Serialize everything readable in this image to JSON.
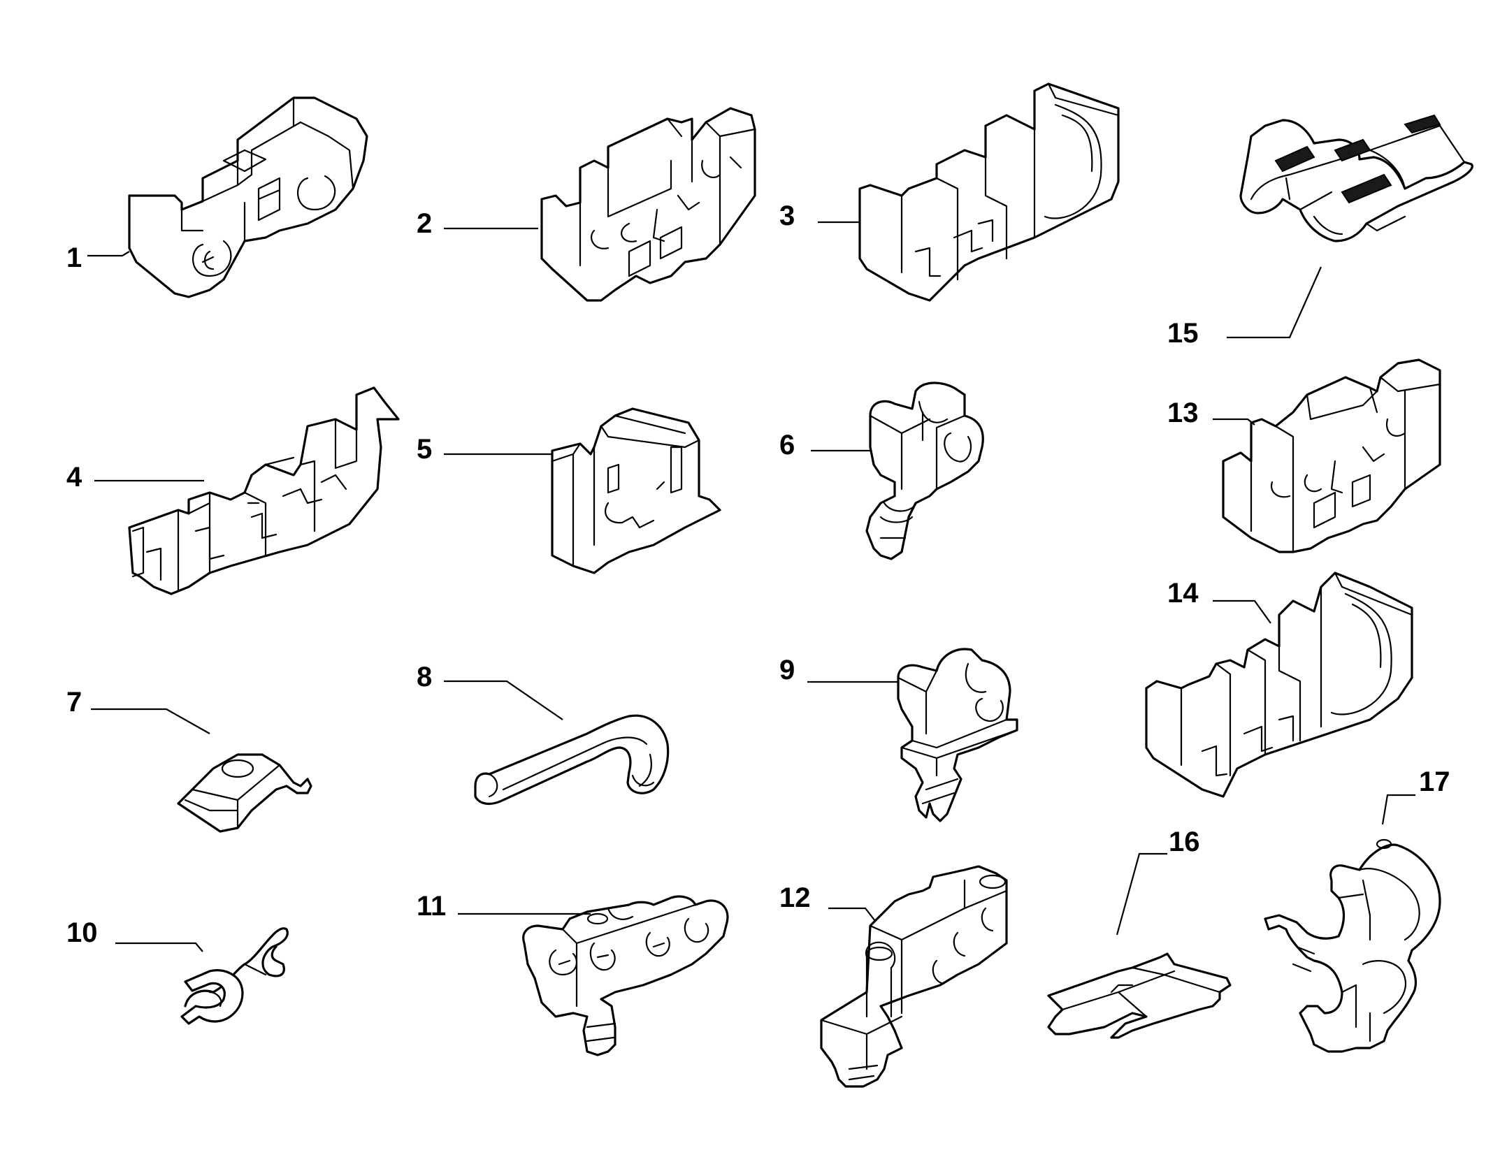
{
  "diagram": {
    "parts": [
      {
        "id": "1",
        "label": "1",
        "kind": "clip-fastener"
      },
      {
        "id": "2",
        "label": "2",
        "kind": "pipe-clip"
      },
      {
        "id": "3",
        "label": "3",
        "kind": "pipe-clip"
      },
      {
        "id": "4",
        "label": "4",
        "kind": "pipe-clip"
      },
      {
        "id": "5",
        "label": "5",
        "kind": "pipe-clip"
      },
      {
        "id": "6",
        "label": "6",
        "kind": "push-clip"
      },
      {
        "id": "7",
        "label": "7",
        "kind": "bracket"
      },
      {
        "id": "8",
        "label": "8",
        "kind": "hose-guide"
      },
      {
        "id": "9",
        "label": "9",
        "kind": "push-clip"
      },
      {
        "id": "10",
        "label": "10",
        "kind": "spring-clip"
      },
      {
        "id": "11",
        "label": "11",
        "kind": "pipe-clip"
      },
      {
        "id": "12",
        "label": "12",
        "kind": "pipe-clip"
      },
      {
        "id": "13",
        "label": "13",
        "kind": "pipe-clip"
      },
      {
        "id": "14",
        "label": "14",
        "kind": "pipe-clip"
      },
      {
        "id": "15",
        "label": "15",
        "kind": "pipe-clip"
      },
      {
        "id": "16",
        "label": "16",
        "kind": "retaining-plate"
      },
      {
        "id": "17",
        "label": "17",
        "kind": "hose-clamp"
      }
    ]
  }
}
